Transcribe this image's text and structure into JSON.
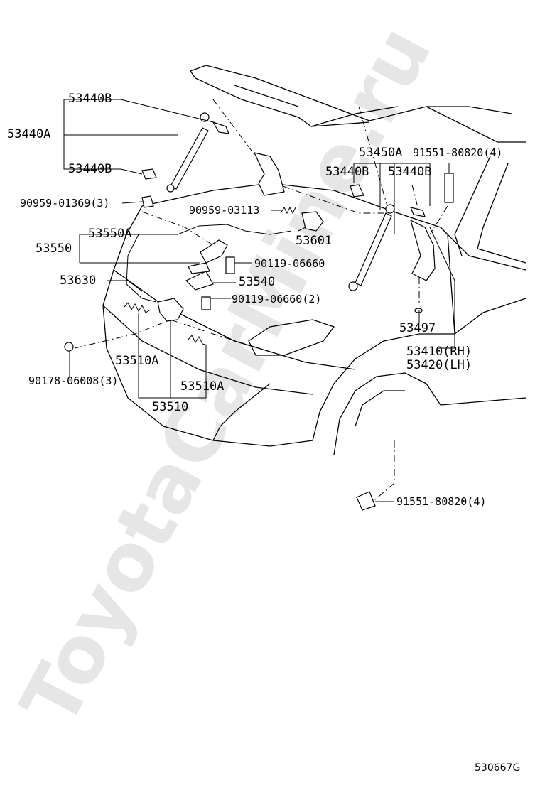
{
  "watermark": "ToyotaCarMine.ru",
  "diagram_code": "530667G",
  "labels": {
    "l53440B_top": "53440B",
    "l53440A": "53440A",
    "l53440B_left": "53440B",
    "l90959_01369": "90959-01369(3)",
    "l90959_03113": "90959-03113",
    "l53550A": "53550A",
    "l53550": "53550",
    "l53601": "53601",
    "l90119_06660": "90119-06660",
    "l53540": "53540",
    "l53630": "53630",
    "l90119_06660_2": "90119-06660(2)",
    "l53450A": "53450A",
    "l91551_top": "91551-80820(4)",
    "l53440B_mid1": "53440B",
    "l53440B_mid2": "53440B",
    "l53497": "53497",
    "l53410": "53410(RH)",
    "l53420": "53420(LH)",
    "l53510A_left": "53510A",
    "l53510A_right": "53510A",
    "l53510": "53510",
    "l90178": "90178-06008(3)",
    "l91551_bottom": "91551-80820(4)"
  }
}
